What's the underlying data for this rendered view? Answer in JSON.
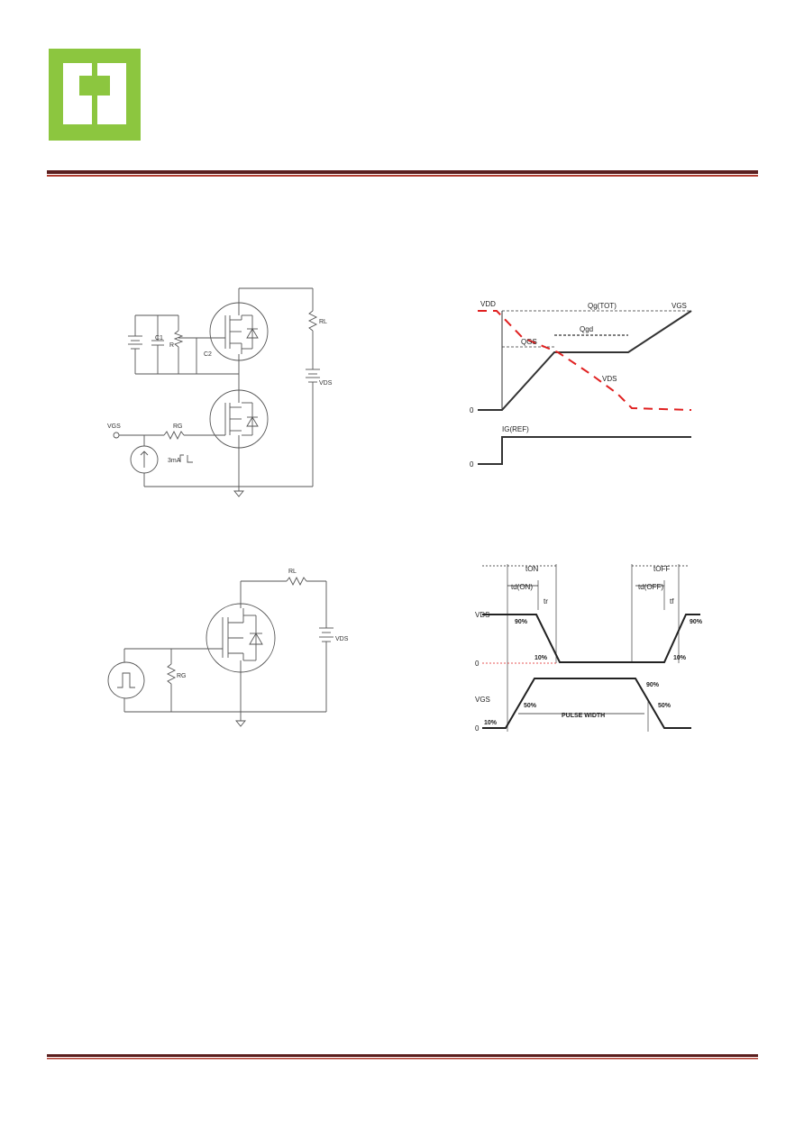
{
  "colors": {
    "brand_green": "#8cc63f",
    "rule_dark": "#4a1a1a",
    "rule_red": "#c0392b",
    "dashed_red": "#e02020"
  },
  "gate_charge_circuit": {
    "labels": {
      "c1": "C1",
      "r": "R",
      "c2": "C2",
      "rl": "RL",
      "vds": "VDS",
      "vgs": "VGS",
      "rg": "RG",
      "source": "3mA"
    }
  },
  "gate_charge_waveform": {
    "vdd": "VDD",
    "qg_tot": "Qg(TOT)",
    "vgs": "VGS",
    "qgs": "QGS",
    "qgd": "Qgd",
    "vds": "VDS",
    "zero_top": "0",
    "ig_ref": "IG(REF)",
    "zero_bottom": "0"
  },
  "switching_circuit": {
    "labels": {
      "rl": "RL",
      "vds": "VDS",
      "rg": "RG"
    }
  },
  "switching_waveform": {
    "ton": "tON",
    "toff": "tOFF",
    "td_on": "td(ON)",
    "tr": "tr",
    "td_off": "td(OFF)",
    "tf": "tf",
    "vds_top": "VDS",
    "pct_90_left": "90%",
    "pct_90_right": "90%",
    "pct_10_left": "10%",
    "pct_10_right": "10%",
    "zero_top": "0",
    "vgs_bottom": "VGS",
    "pct_90_bottom": "90%",
    "pct_50_left": "50%",
    "pct_50_right": "50%",
    "pulse_width": "PULSE WIDTH",
    "zero_bottom": "0",
    "pct_10_bottom": "10%"
  }
}
